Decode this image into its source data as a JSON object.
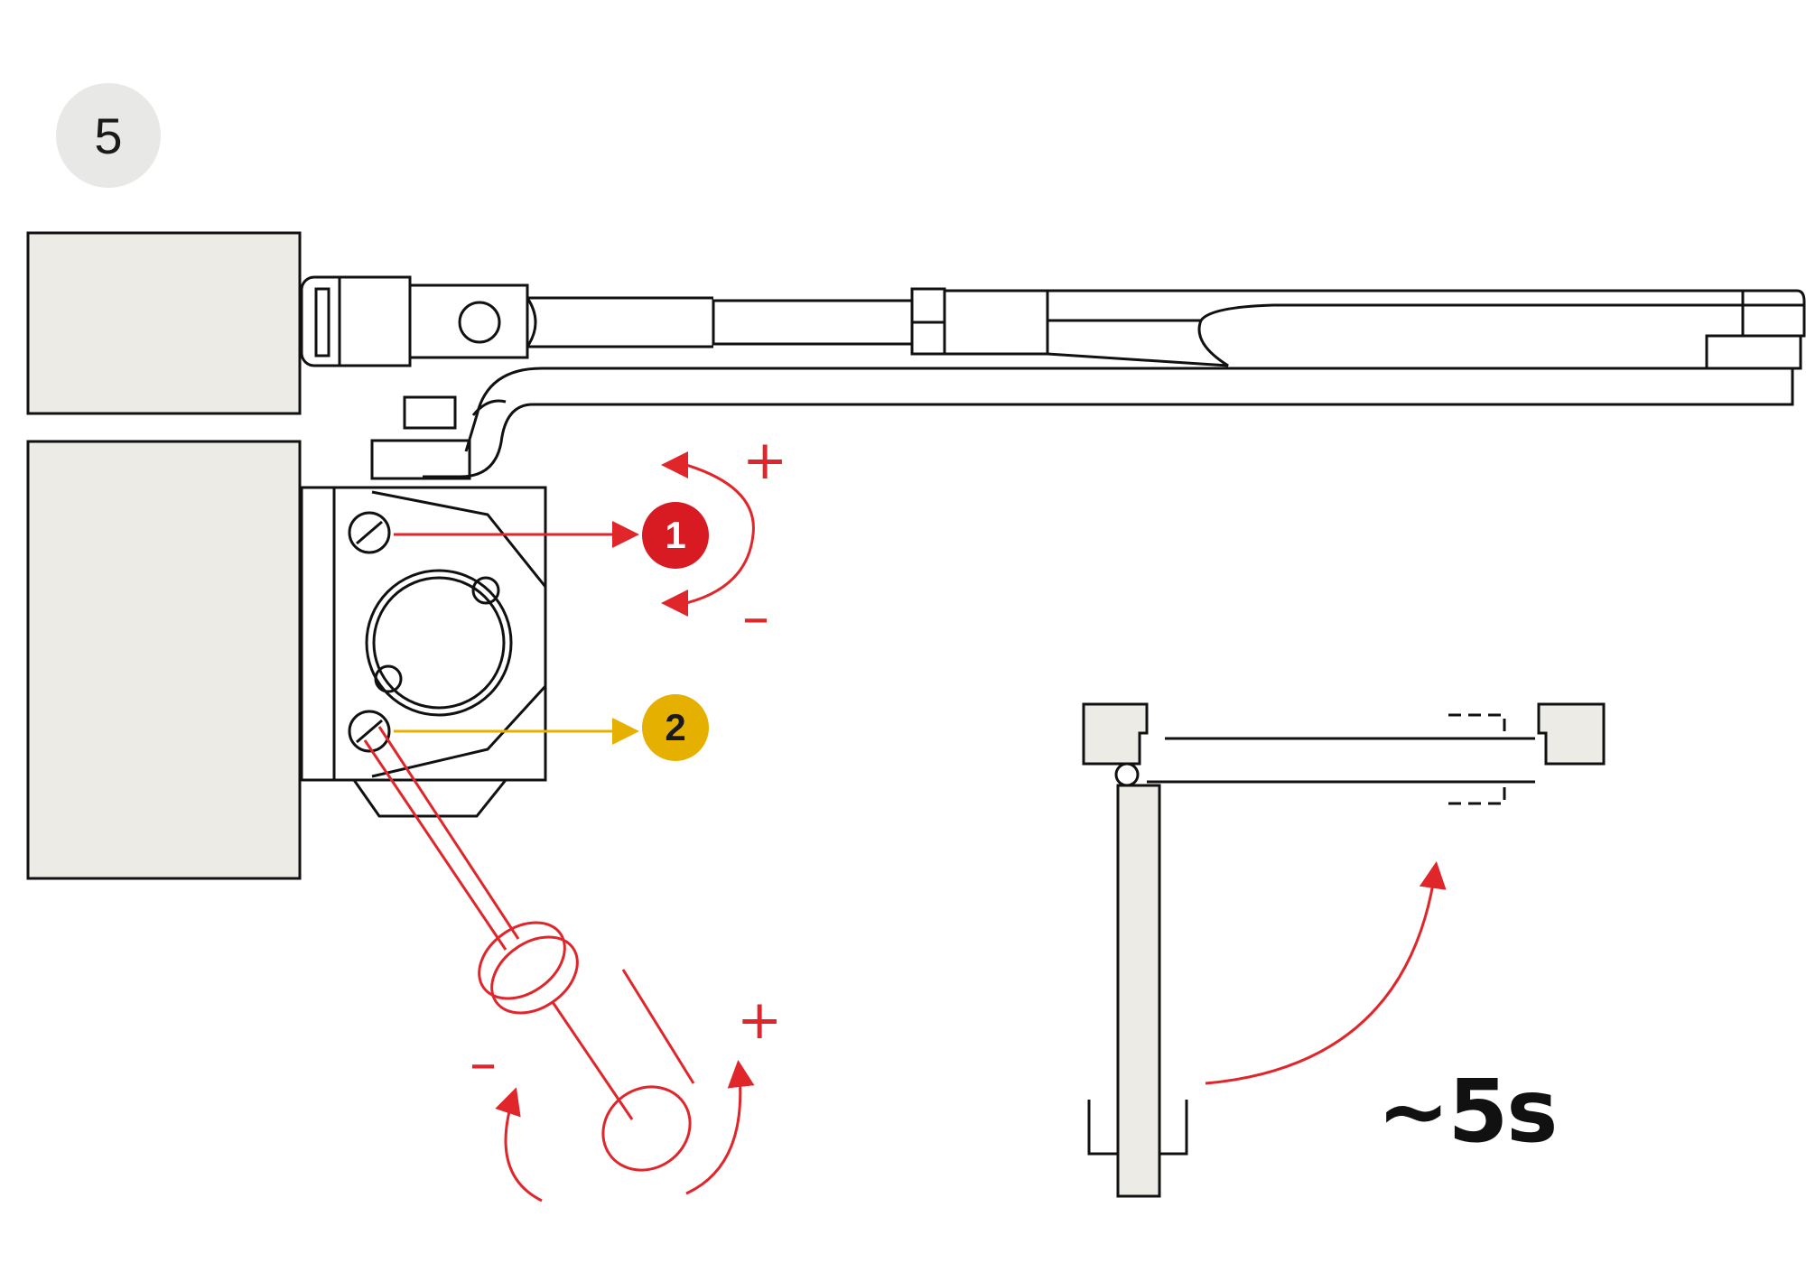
{
  "step": {
    "number": "5"
  },
  "callouts": [
    {
      "label": "1",
      "color": "#d81b22"
    },
    {
      "label": "2",
      "color": "#e6b000"
    }
  ],
  "adjust_signs": {
    "plus": "+",
    "minus": "–"
  },
  "duration": {
    "label": "~5s"
  },
  "colors": {
    "line": "#111111",
    "red": "#e0262b",
    "fill": "#ecebe6",
    "badge": "#e8e8e6"
  }
}
